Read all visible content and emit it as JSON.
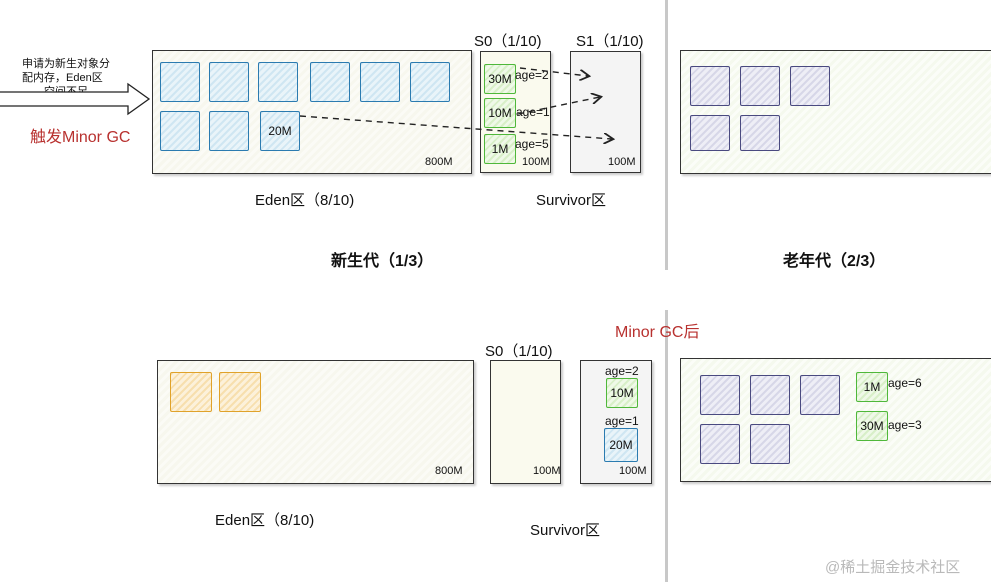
{
  "top": {
    "note_lines": [
      "申请为新生对象分",
      "配内存，Eden区",
      "空间不足"
    ],
    "trigger": "触发Minor GC",
    "eden": {
      "size": "800M",
      "label": "Eden区（8/10)",
      "block_20m": "20M"
    },
    "s0": {
      "title": "S0（1/10)",
      "size": "100M",
      "blocks": [
        {
          "size": "30M",
          "age": "age=2"
        },
        {
          "size": "10M",
          "age": "age=1"
        },
        {
          "size": "1M",
          "age": "age=5"
        }
      ]
    },
    "s1": {
      "title": "S1（1/10)",
      "size": "100M"
    },
    "survivor_label": "Survivor区",
    "young_label": "新生代（1/3）",
    "old_label": "老年代（2/3）"
  },
  "bottom": {
    "title": "Minor GC后",
    "eden": {
      "size": "800M",
      "label": "Eden区（8/10)"
    },
    "s0": {
      "title": "S0（1/10)",
      "size": "100M"
    },
    "s1": {
      "size": "100M",
      "blocks": [
        {
          "size": "10M",
          "age": "age=2"
        },
        {
          "size": "20M",
          "age": "age=1"
        }
      ]
    },
    "survivor_label": "Survivor区",
    "old_blocks": [
      {
        "size": "1M",
        "age": "age=6"
      },
      {
        "size": "30M",
        "age": "age=3"
      }
    ]
  },
  "watermark": "@稀土掘金技术社区",
  "colors": {
    "young": "#2b7bb0",
    "survivor": "#4fb83a",
    "old": "#4a4a80",
    "eden_after": "#e0a22a",
    "accent": "#b8312f"
  }
}
